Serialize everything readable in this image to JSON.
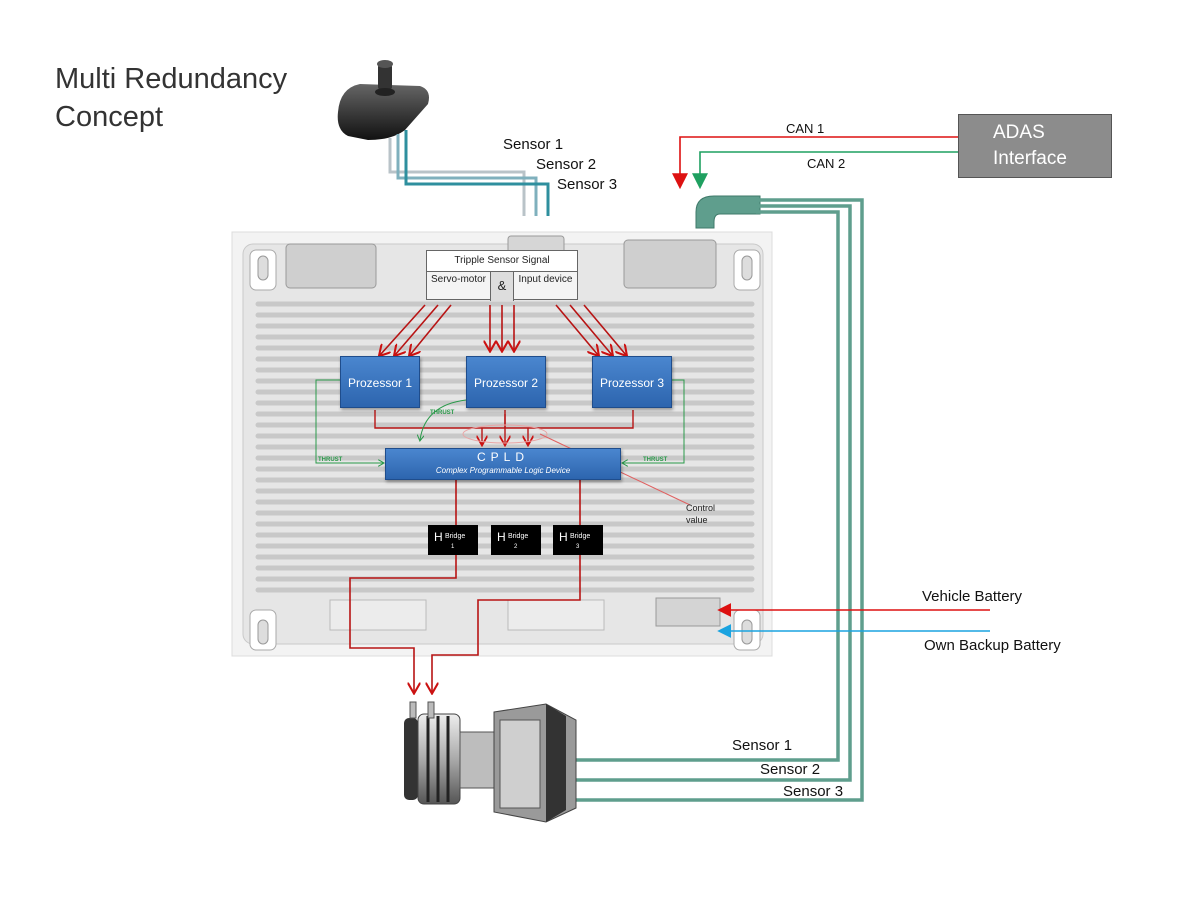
{
  "title": "Multi Redundancy Concept",
  "adas": {
    "line1": "ADAS",
    "line2": "Interface"
  },
  "can": {
    "can1": "CAN 1",
    "can2": "CAN 2"
  },
  "top_sensors": [
    "Sensor 1",
    "Sensor 2",
    "Sensor 3"
  ],
  "motor_sensors": [
    "Sensor 1",
    "Sensor 2",
    "Sensor 3"
  ],
  "tripple_sensor": {
    "title": "Tripple Sensor Signal",
    "left": "Servo-motor",
    "amp": "&",
    "right": "Input device"
  },
  "processors": [
    "Prozessor 1",
    "Prozessor 2",
    "Prozessor 3"
  ],
  "cpld": {
    "title": "CPLD",
    "subtitle": "Complex Programmable Logic Device"
  },
  "thrust_label": "THRUST",
  "control_value": "Control value",
  "h_bridges": [
    {
      "h": "H",
      "word": "Bridge",
      "num": "1"
    },
    {
      "h": "H",
      "word": "Bridge",
      "num": "2"
    },
    {
      "h": "H",
      "word": "Bridge",
      "num": "3"
    }
  ],
  "power": {
    "vehicle": "Vehicle Battery",
    "backup": "Own Backup Battery"
  },
  "colors": {
    "red": "#cc1111",
    "green": "#1fa060",
    "blue": "#1aa3e0",
    "teal_cable": "#5f9e8d",
    "proc_blue": "#2d65ae"
  }
}
